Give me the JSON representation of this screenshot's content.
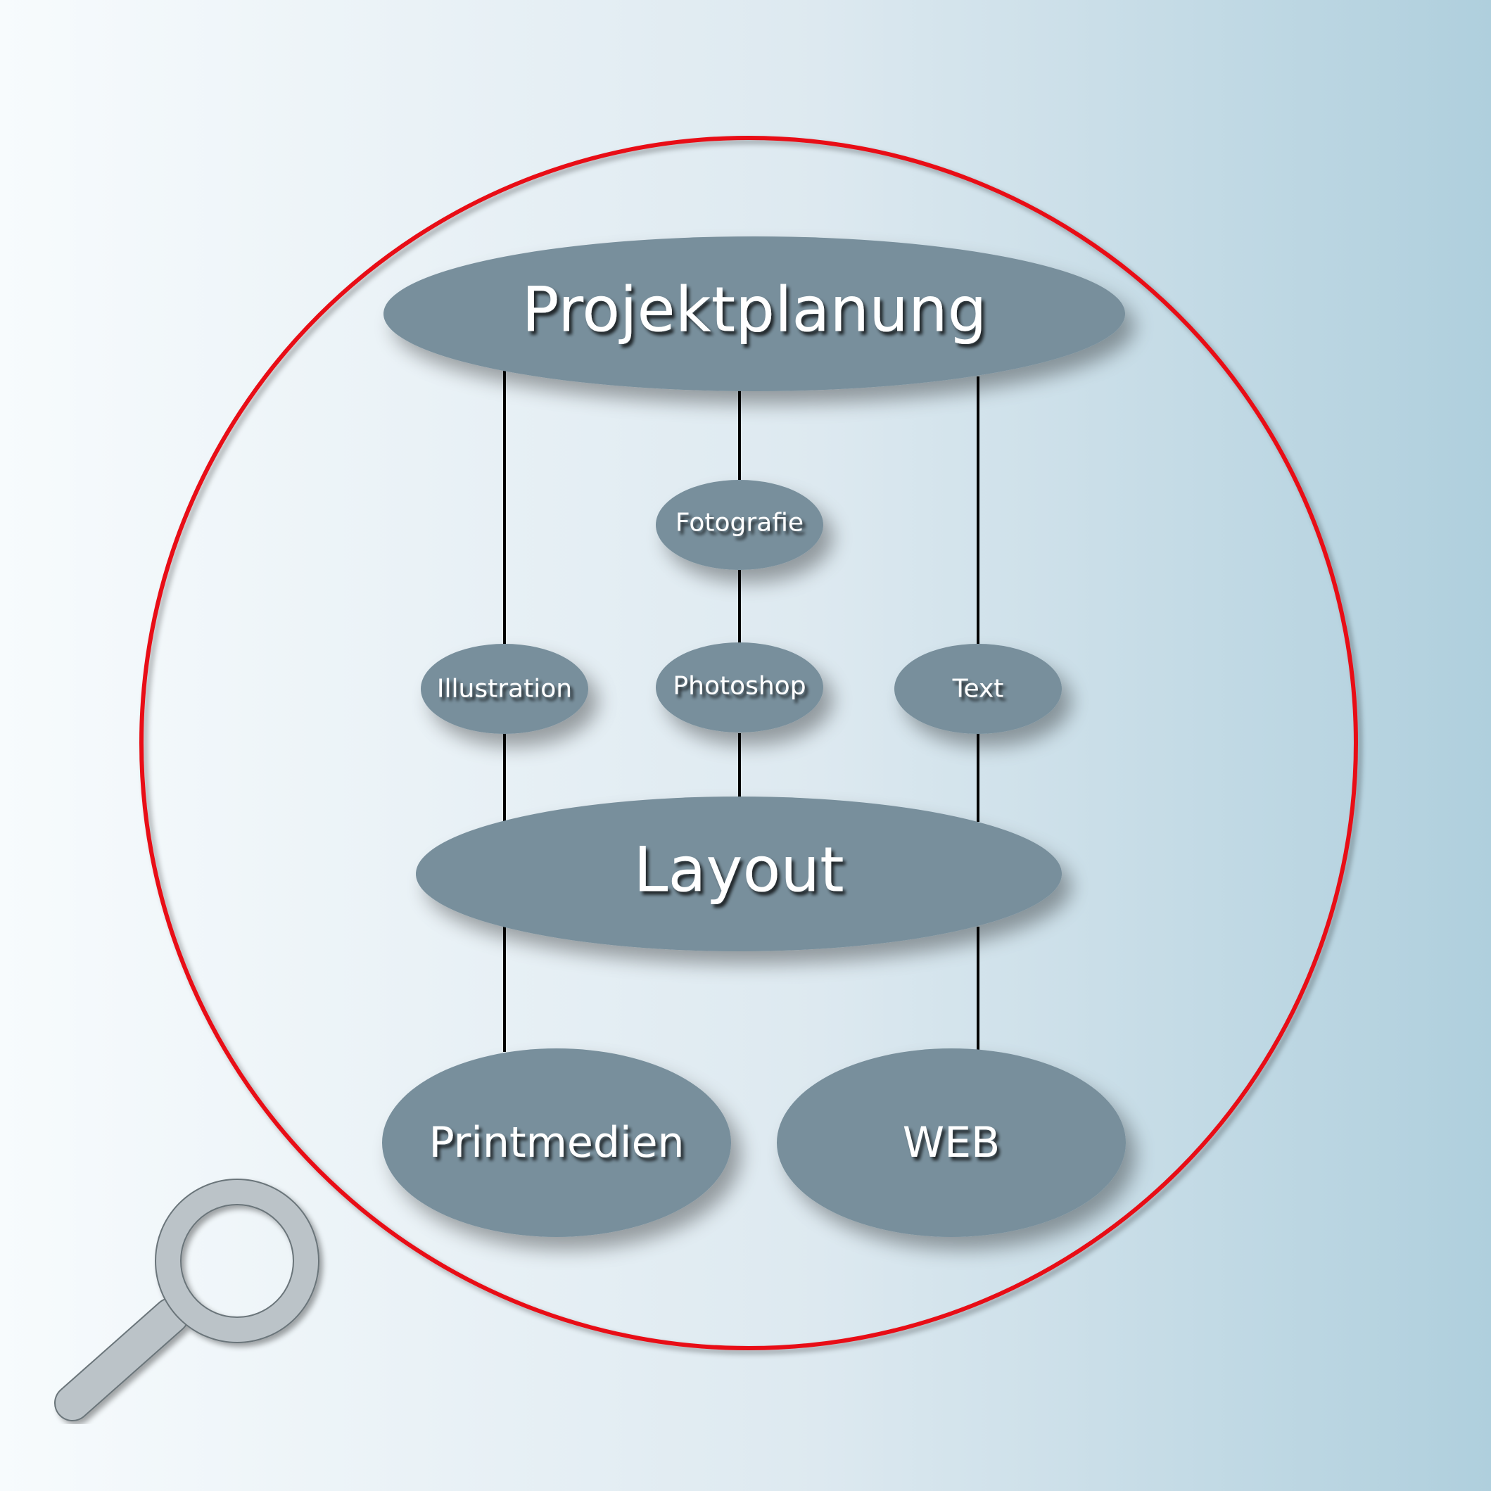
{
  "colors": {
    "background_left": "#f7fbfd",
    "background_right": "#afcfdd",
    "frame_circle": "#e80f14",
    "node_fill": "#788f9c",
    "connector": "#000000",
    "text": "#ffffff",
    "magnifier_fill": "#bbc3c8",
    "magnifier_outline": "#6a747a"
  },
  "nodes": {
    "projektplanung": "Projektplanung",
    "fotografie": "Fotografie",
    "illustration": "Illustration",
    "photoshop": "Photoshop",
    "text": "Text",
    "layout": "Layout",
    "printmedien": "Printmedien",
    "web": "WEB"
  },
  "icons": {
    "magnifier": "magnifier-icon"
  }
}
